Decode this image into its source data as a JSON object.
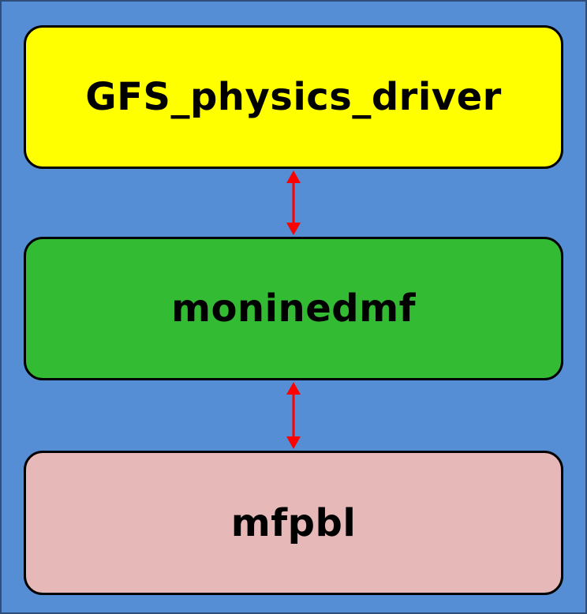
{
  "diagram": {
    "background_color": "#558ed5",
    "arrow_color": "#ff0000",
    "boxes": [
      {
        "label": "GFS_physics_driver",
        "color": "#ffff00"
      },
      {
        "label": "moninedmf",
        "color": "#33bb33"
      },
      {
        "label": "mfpbl",
        "color": "#e6b8b7"
      }
    ],
    "connections": [
      {
        "from": "GFS_physics_driver",
        "to": "moninedmf",
        "direction": "bidirectional"
      },
      {
        "from": "moninedmf",
        "to": "mfpbl",
        "direction": "bidirectional"
      }
    ]
  }
}
